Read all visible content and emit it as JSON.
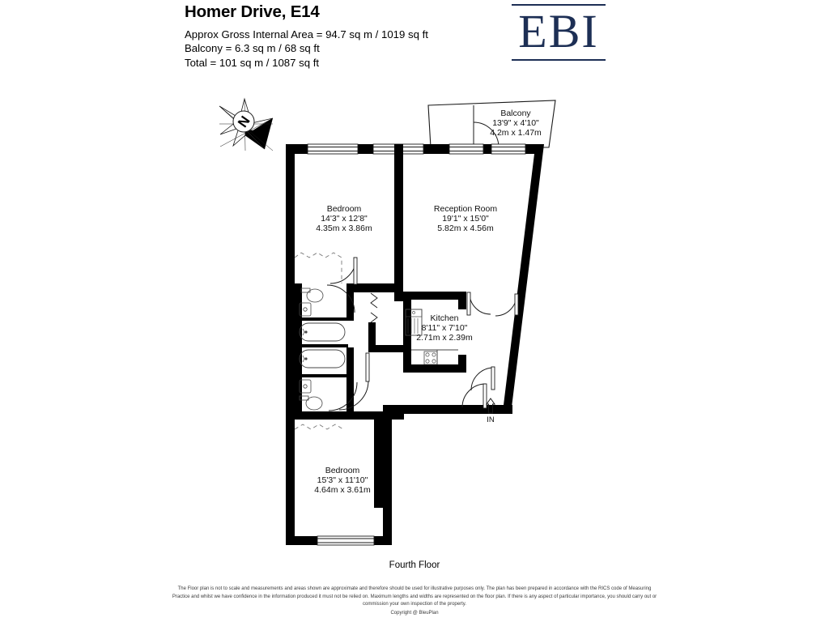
{
  "header": {
    "title": "Homer Drive, E14",
    "area_lines": [
      "Approx Gross Internal Area = 94.7 sq m / 1019 sq ft",
      "Balcony = 6.3 sq m / 68 sq ft",
      "Total = 101 sq m / 1087 sq ft"
    ]
  },
  "logo": {
    "mark": "EBI",
    "color": "#1d2f55"
  },
  "compass": {
    "label": "N"
  },
  "rooms": [
    {
      "id": "balcony",
      "name": "Balcony",
      "dim_imperial": "13'9\" x 4'10\"",
      "dim_metric": "4.2m x 1.47m"
    },
    {
      "id": "bedroom-1",
      "name": "Bedroom",
      "dim_imperial": "14'3\" x 12'8\"",
      "dim_metric": "4.35m x 3.86m"
    },
    {
      "id": "reception-room",
      "name": "Reception Room",
      "dim_imperial": "19'1\" x 15'0\"",
      "dim_metric": "5.82m x 4.56m"
    },
    {
      "id": "kitchen",
      "name": "Kitchen",
      "dim_imperial": "8'11\" x 7'10\"",
      "dim_metric": "2.71m x 2.39m"
    },
    {
      "id": "bedroom-2",
      "name": "Bedroom",
      "dim_imperial": "15'3\" x 11'10\"",
      "dim_metric": "4.64m x 3.61m"
    }
  ],
  "entrance": {
    "label": "IN"
  },
  "footer": {
    "floor_label": "Fourth Floor",
    "disclaimer_lines": [
      "The Floor plan is not to scale and measurements and areas shown are approximate and therefore should be used for illustrative purposes only. The plan has been prepared in accordance",
      "with the RICS code of Measuring Practice and whilst we have confidence in the information produced it must not be relied on. Maximum lengths and widths are represented on the floor plan.",
      "If there is any aspect of particular importance, you should carry out or commission your own inspection of the property."
    ],
    "copyright": "Copyright @ BleuPlan"
  },
  "colors": {
    "wall": "#000000",
    "thin_line": "#1a1a1a",
    "fixture": "#555555",
    "background": "#ffffff"
  }
}
